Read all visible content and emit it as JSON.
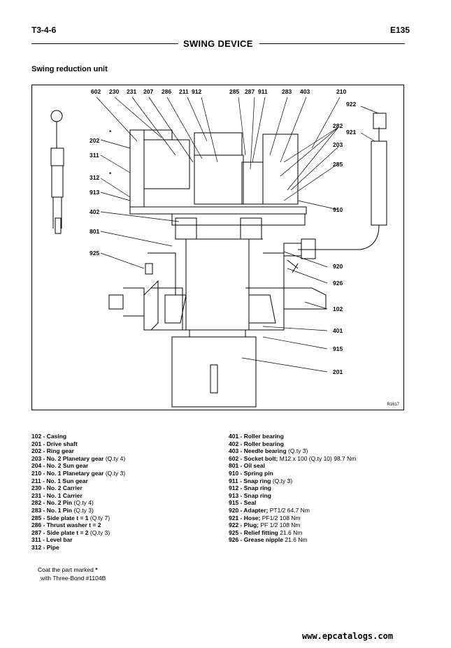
{
  "header": {
    "page_code": "T3-4-6",
    "model": "E135",
    "section_title": "SWING DEVICE"
  },
  "subtitle": "Swing reduction unit",
  "figure": {
    "code": "R1617",
    "callouts": {
      "c602": "602",
      "c230": "230",
      "c231": "231",
      "c207": "207",
      "c286": "286",
      "c211": "211",
      "c912": "912",
      "c285t": "285",
      "c287": "287",
      "c911": "911",
      "c283": "283",
      "c403": "403",
      "c210": "210",
      "c922": "922",
      "c921": "921",
      "c282": "282",
      "c203": "203",
      "c285r": "285",
      "c910": "910",
      "c202": "202",
      "c311": "311",
      "c312": "312",
      "c913": "913",
      "c402": "402",
      "c801": "801",
      "c925": "925",
      "c920": "920",
      "c926": "926",
      "c102": "102",
      "c401": "401",
      "c915": "915",
      "c201": "201",
      "star1": "*",
      "star2": "*"
    }
  },
  "legend_left": [
    {
      "part": "102 - Casing",
      "note": ""
    },
    {
      "part": "201 - Drive shaft",
      "note": ""
    },
    {
      "part": "202 - Ring gear",
      "note": ""
    },
    {
      "part": "203 - No. 2 Planetary gear",
      "note": " (Q.ty 4)"
    },
    {
      "part": "204 - No. 2 Sun gear",
      "note": ""
    },
    {
      "part": "210 - No. 1 Planetary gear",
      "note": " (Q.ty 3)"
    },
    {
      "part": "211 - No. 1 Sun gear",
      "note": ""
    },
    {
      "part": "230 - No. 2 Carrier",
      "note": ""
    },
    {
      "part": "231 - No. 1 Carrier",
      "note": ""
    },
    {
      "part": "282 - No. 2 Pin",
      "note": " (Q.ty 4)"
    },
    {
      "part": "283 - No. 1 Pin",
      "note": " (Q.ty 3)"
    },
    {
      "part": "285 - Side plate t = 1",
      "note": " (Q.ty 7)"
    },
    {
      "part": "286 - Thrust washer t = 2",
      "note": ""
    },
    {
      "part": "287 - Side plate t = 2",
      "note": " (Q.ty 3)"
    },
    {
      "part": "311 - Level bar",
      "note": ""
    },
    {
      "part": "312 - Pipe",
      "note": ""
    }
  ],
  "legend_right": [
    {
      "part": "401 - Roller bearing",
      "note": ""
    },
    {
      "part": "402 - Roller bearing",
      "note": ""
    },
    {
      "part": "403 - Needle bearing",
      "note": " (Q.ty 3)"
    },
    {
      "part": "602 - Socket bolt;",
      "note": " M12 x 100 (Q.ty 10) 98.7 Nm"
    },
    {
      "part": "801 - Oil seal",
      "note": ""
    },
    {
      "part": "910 - Spring pin",
      "note": ""
    },
    {
      "part": "911 - Snap ring",
      "note": " (Q.ty 3)"
    },
    {
      "part": "912 - Snap ring",
      "note": ""
    },
    {
      "part": "913 - Snap ring",
      "note": ""
    },
    {
      "part": "915 - Seal",
      "note": ""
    },
    {
      "part": "920 - Adapter;",
      "note": " PT1/2 64.7 Nm"
    },
    {
      "part": "921 - Hose;",
      "note": " PF1/2 108 Nm"
    },
    {
      "part": "922 - Plug;",
      "note": " PF 1/2 108 Nm"
    },
    {
      "part": "925 - Relief fitting",
      "note": " 21.6 Nm"
    },
    {
      "part": "926 - Grease nipple",
      "note": " 21.6 Nm"
    }
  ],
  "note": {
    "line1": "Coat the part marked",
    "star": "*",
    "line2": "with Three-Bond #1104B"
  },
  "watermark": "www.epcatalogs.com"
}
